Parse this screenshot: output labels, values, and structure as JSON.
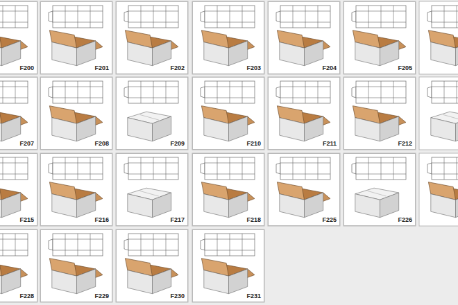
{
  "diagram": {
    "nodes": [
      {
        "text": [
          "F200"
        ]
      },
      {
        "text": [
          "F201"
        ]
      },
      {
        "text": [
          "F202"
        ]
      },
      {
        "text": [
          "F203"
        ]
      },
      {
        "text": [
          "F204"
        ]
      },
      {
        "text": [
          "F205"
        ]
      },
      {
        "text": [
          "F207"
        ]
      },
      {
        "text": [
          "F208"
        ]
      },
      {
        "text": [
          "F209"
        ]
      },
      {
        "text": [
          "F210"
        ]
      },
      {
        "text": [
          "F211"
        ]
      },
      {
        "text": [
          "F212"
        ]
      },
      {
        "text": [
          "F215"
        ]
      },
      {
        "text": [
          "F216"
        ]
      },
      {
        "text": [
          "F217"
        ]
      },
      {
        "text": [
          "F218"
        ]
      },
      {
        "text": [
          "F225"
        ]
      },
      {
        "text": [
          "F226"
        ]
      },
      {
        "text": [
          "F228"
        ]
      },
      {
        "text": [
          "F229"
        ]
      },
      {
        "text": [
          "F230"
        ]
      },
      {
        "text": [
          "F231"
        ]
      }
    ]
  }
}
